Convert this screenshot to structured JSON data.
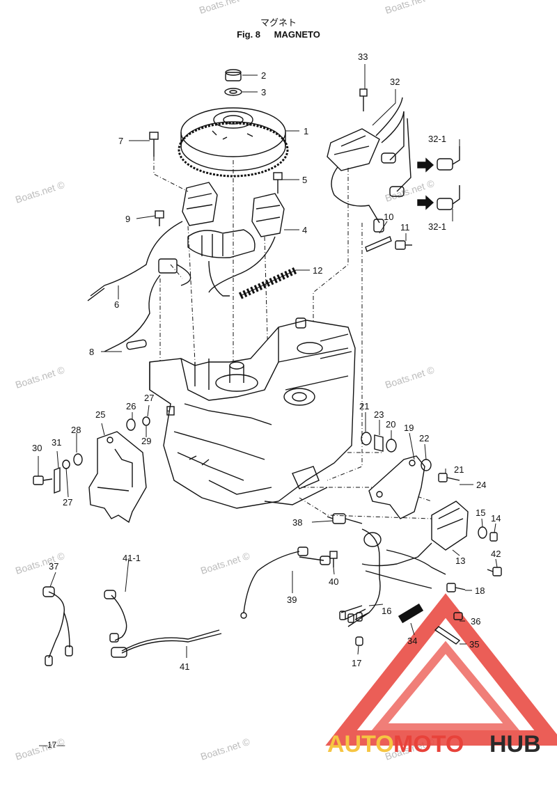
{
  "header": {
    "jp_title": "マグネト",
    "fig_label": "Fig. 8",
    "title": "MAGNETO"
  },
  "watermark": "Boats.net ©",
  "page_number": "—17—",
  "logo": {
    "part1": "AUTO",
    "part2": "MOTO",
    "part3": "HUB",
    "colors": {
      "auto": "#f6c542",
      "moto": "#e8423a",
      "hub": "#2a2a2a"
    }
  },
  "callouts": [
    "2",
    "3",
    "1",
    "33",
    "32",
    "7",
    "5",
    "32-1",
    "9",
    "4",
    "10",
    "11",
    "32-1",
    "12",
    "6",
    "8",
    "21",
    "23",
    "20",
    "19",
    "22",
    "25",
    "26",
    "27",
    "28",
    "30",
    "31",
    "29",
    "27",
    "21",
    "24",
    "38",
    "15",
    "14",
    "13",
    "42",
    "41-1",
    "37",
    "40",
    "18",
    "39",
    "16",
    "36",
    "34",
    "35",
    "17",
    "41"
  ]
}
